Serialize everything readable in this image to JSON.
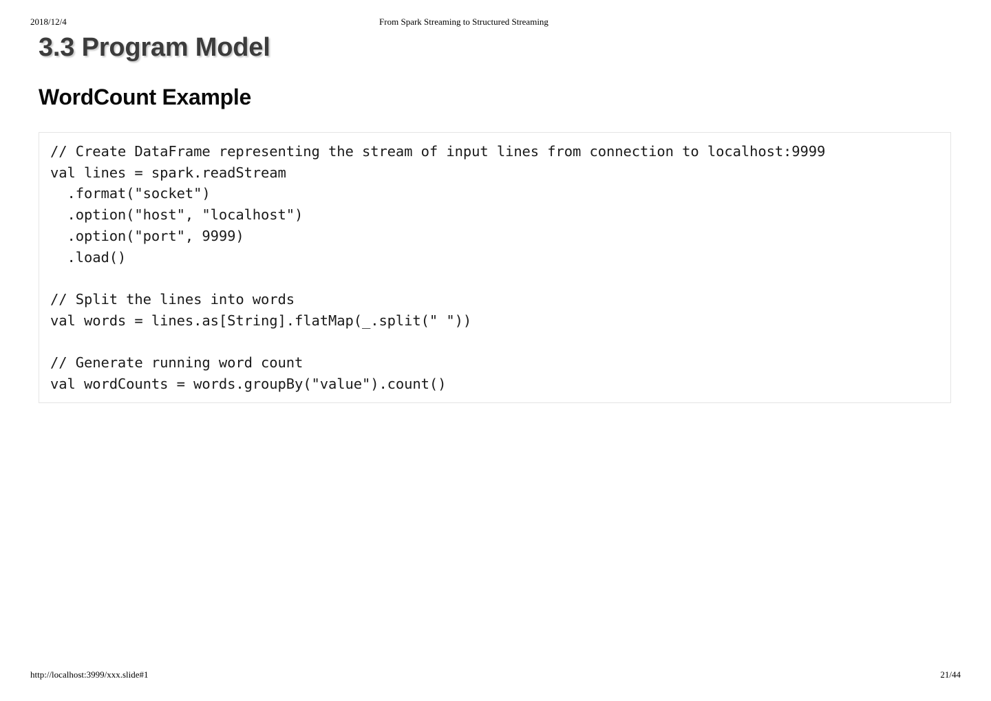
{
  "print_header": {
    "date": "2018/12/4",
    "document_title": "From Spark Streaming to Structured Streaming"
  },
  "slide": {
    "title": "3.3 Program Model",
    "subtitle": "WordCount Example",
    "code": "// Create DataFrame representing the stream of input lines from connection to localhost:9999\nval lines = spark.readStream\n  .format(\"socket\")\n  .option(\"host\", \"localhost\")\n  .option(\"port\", 9999)\n  .load()\n\n// Split the lines into words\nval words = lines.as[String].flatMap(_.split(\" \"))\n\n// Generate running word count\nval wordCounts = words.groupBy(\"value\").count()",
    "code_language": "scala"
  },
  "print_footer": {
    "url": "http://localhost:3999/xxx.slide#1",
    "page": "21/44"
  },
  "colors": {
    "page_background": "#ffffff",
    "title_text": "#3c3c3c",
    "subtitle_text": "#0a0a0a",
    "code_text": "#1a1a1a",
    "code_border": "#e4e4e4"
  }
}
